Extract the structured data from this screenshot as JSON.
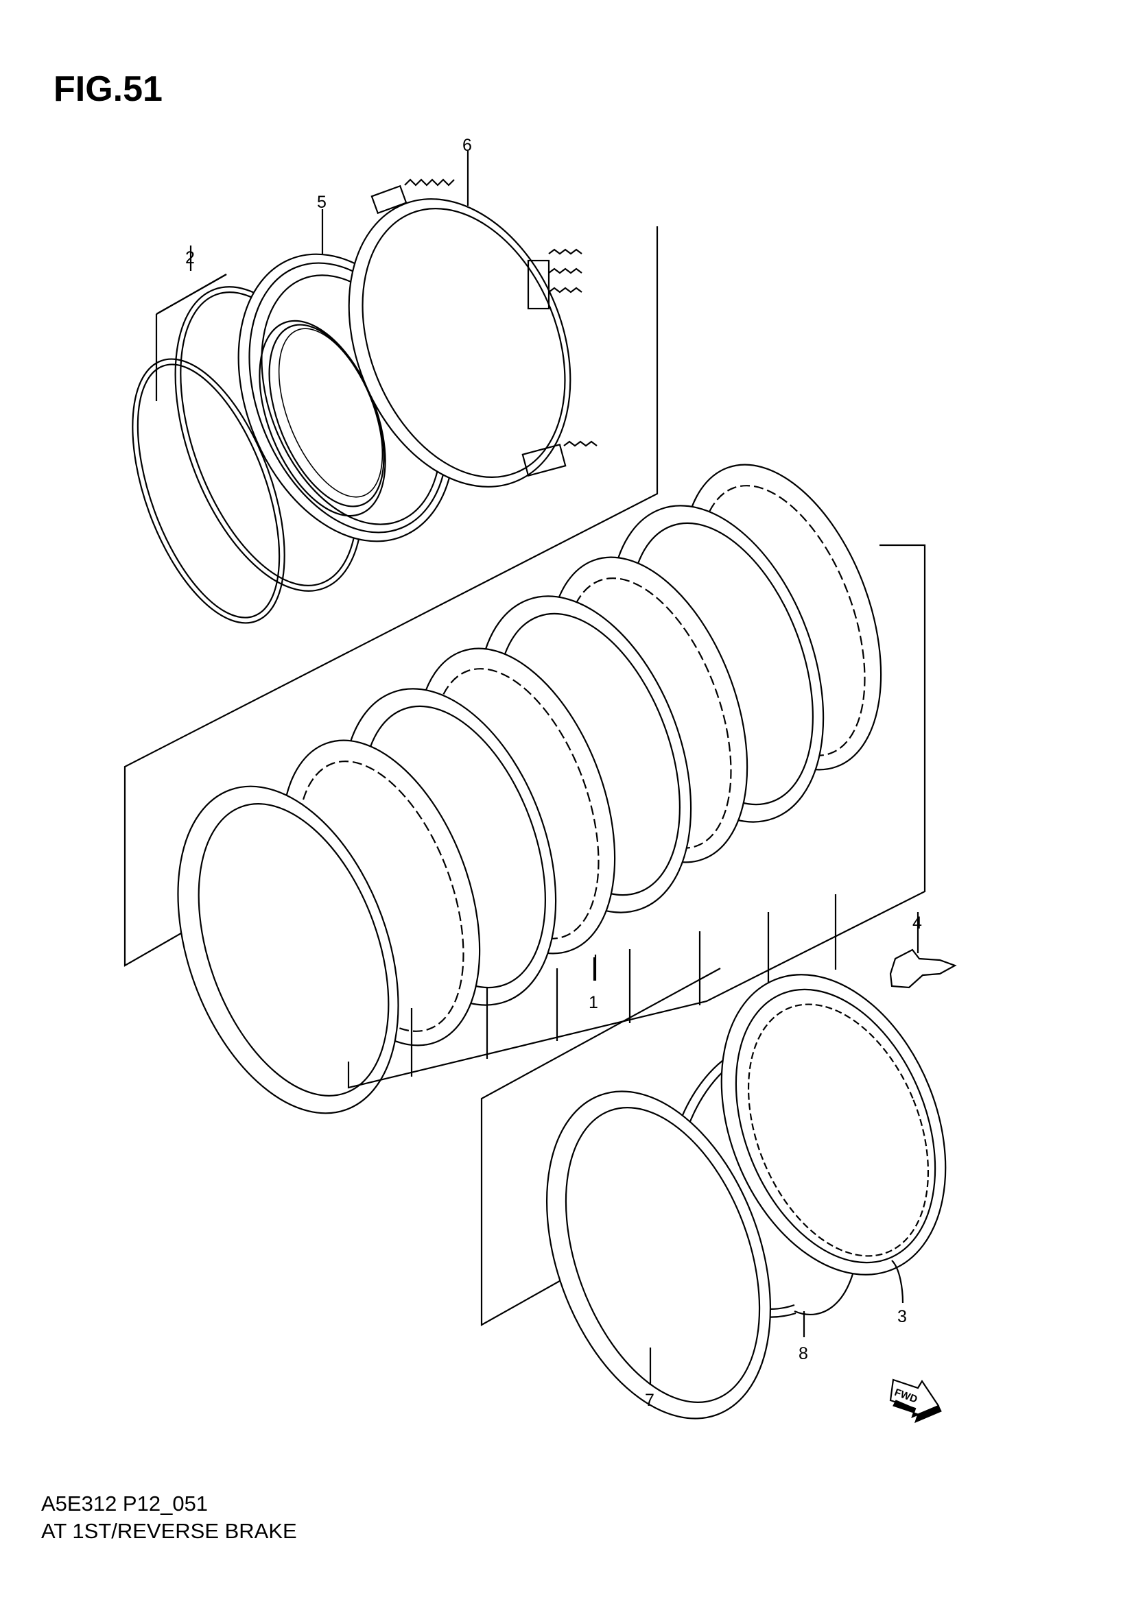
{
  "figure": {
    "title": "FIG.51",
    "code": "A5E312 P12_051",
    "caption": "AT 1ST/REVERSE BRAKE"
  },
  "callouts": [
    "1",
    "2",
    "3",
    "4",
    "5",
    "6",
    "7",
    "8"
  ],
  "fwd_label": "FWD"
}
